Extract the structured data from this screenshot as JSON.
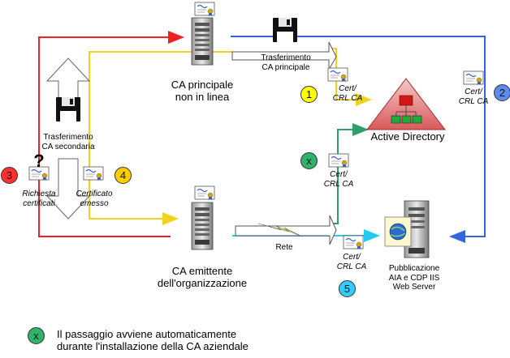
{
  "nodes": {
    "root_ca": {
      "line1": "CA principale",
      "line2": "non in linea"
    },
    "issuing_ca": {
      "line1": "CA emittente",
      "line2": "dell'organizzazione"
    },
    "active_directory": {
      "label": "Active Directory"
    },
    "web_server": {
      "line1": "Pubblicazione",
      "line2": "AIA e CDP IIS",
      "line3": "Web Server"
    }
  },
  "transfers": {
    "root_transfer": {
      "line1": "Trasferimento",
      "line2": "CA principale"
    },
    "sub_transfer": {
      "line1": "Trasferimento",
      "line2": "CA secondaria"
    },
    "network": {
      "label": "Rete"
    }
  },
  "cert_labels": {
    "line1": "Cert/",
    "line2": "CRL CA"
  },
  "requests": {
    "request_line1": "Richiesta",
    "request_line2": "certificati",
    "issued_line1": "Certificato",
    "issued_line2": "emesso",
    "question": "?"
  },
  "steps": [
    {
      "id": "1",
      "color": "#ffff00"
    },
    {
      "id": "2",
      "color": "#5b8def"
    },
    {
      "id": "3",
      "color": "#ff3030"
    },
    {
      "id": "4",
      "color": "#ffcc00"
    },
    {
      "id": "5",
      "color": "#33ccff"
    },
    {
      "id": "x",
      "color": "#2fb36b"
    }
  ],
  "legend": {
    "marker": "x",
    "line1": "Il passaggio avviene automaticamente",
    "line2": "durante l'installazione della CA aziendale"
  },
  "colors": {
    "red_path": "#ee2222",
    "yellow_path": "#f2d21e",
    "blue_path": "#3366dd",
    "green_path": "#2e9e6a",
    "cyan_path": "#22ccee",
    "ad_red": "#d01818",
    "ad_green": "#22aa33"
  }
}
